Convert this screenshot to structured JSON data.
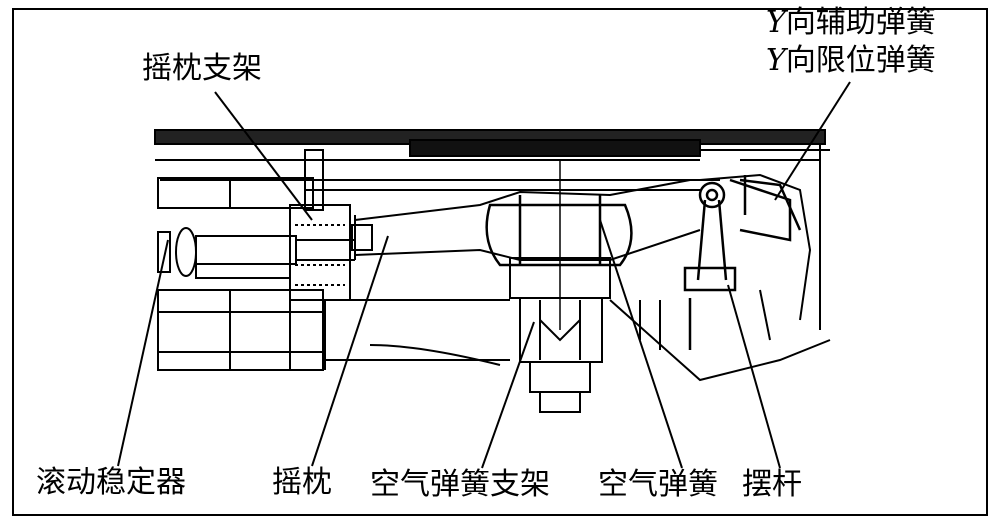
{
  "labels": {
    "bolster_bracket": "摇枕支架",
    "y_aux_spring_prefix": "Y",
    "y_aux_spring": "向辅助弹簧",
    "y_stop_spring_prefix": "Y",
    "y_stop_spring": "向限位弹簧",
    "stabilizer": "滚动稳定器",
    "bolster": "摇枕",
    "air_spring_bracket": "空气弹簧支架",
    "air_spring": "空气弹簧",
    "swing_link": "摆杆"
  }
}
